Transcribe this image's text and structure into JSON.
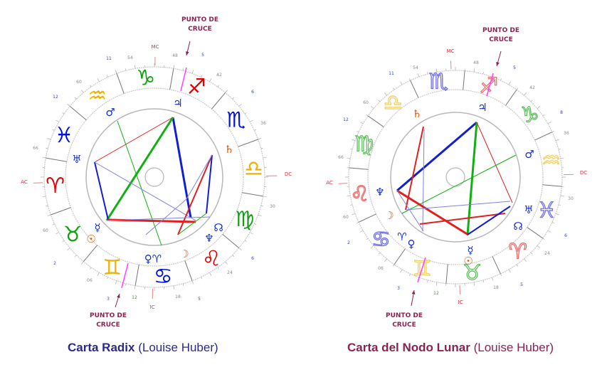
{
  "annotations": {
    "crossing_label_line1": "PUNTO DE",
    "crossing_label_line2": "CRUCE",
    "color": "#8b2252"
  },
  "charts": [
    {
      "id": "radix",
      "title_main": "Carta Radix",
      "title_sub": "(Louise Huber)",
      "title_color": "#2a2a8a",
      "style": "filled",
      "signs": [
        {
          "name": "aries",
          "glyph": "♈",
          "color": "#e00000"
        },
        {
          "name": "taurus",
          "glyph": "♉",
          "color": "#10a010"
        },
        {
          "name": "gemini",
          "glyph": "♊",
          "color": "#f0b000"
        },
        {
          "name": "cancer",
          "glyph": "♋",
          "color": "#0010e0"
        },
        {
          "name": "leo",
          "glyph": "♌",
          "color": "#e00000"
        },
        {
          "name": "virgo",
          "glyph": "♍",
          "color": "#10a010"
        },
        {
          "name": "libra",
          "glyph": "♎",
          "color": "#f0b000"
        },
        {
          "name": "scorpio",
          "glyph": "♏",
          "color": "#0010e0"
        },
        {
          "name": "sagittarius",
          "glyph": "♐",
          "color": "#e00000"
        },
        {
          "name": "capricorn",
          "glyph": "♑",
          "color": "#10a010"
        },
        {
          "name": "aquarius",
          "glyph": "♒",
          "color": "#f0b000"
        },
        {
          "name": "pisces",
          "glyph": "♓",
          "color": "#0010e0"
        }
      ],
      "labels": [
        "MC",
        "48",
        "5",
        "42",
        "6",
        "36",
        "DC",
        "30",
        "6",
        "24",
        "5",
        "18",
        "IC",
        "12",
        "3",
        "06",
        "2",
        "60",
        "AC",
        "66",
        "12",
        "60",
        "11",
        "54"
      ],
      "planets": [
        {
          "name": "mars",
          "glyph": "♂",
          "color": "#1030d0"
        },
        {
          "name": "jupiter",
          "glyph": "♃",
          "color": "#1030d0"
        },
        {
          "name": "saturn",
          "glyph": "♄",
          "color": "#f05000"
        },
        {
          "name": "uranus",
          "glyph": "♅",
          "color": "#1030d0"
        },
        {
          "name": "mercury",
          "glyph": "☿",
          "color": "#1030d0"
        },
        {
          "name": "sun",
          "glyph": "☉",
          "color": "#f05000"
        },
        {
          "name": "venus-aries-point",
          "glyph": "♀♈",
          "color": "#1030d0"
        },
        {
          "name": "moon",
          "glyph": "☽",
          "color": "#f05000"
        },
        {
          "name": "neptune",
          "glyph": "♆",
          "color": "#1030d0"
        },
        {
          "name": "node",
          "glyph": "☊",
          "color": "#1030d0"
        }
      ]
    },
    {
      "id": "lunar-node",
      "title_main": "Carta del Nodo Lunar",
      "title_sub": "(Louise Huber)",
      "title_color": "#8b2252",
      "style": "outline",
      "signs": [
        {
          "name": "aries",
          "glyph": "♈",
          "color": "#f07070"
        },
        {
          "name": "taurus",
          "glyph": "♉",
          "color": "#60c060"
        },
        {
          "name": "gemini",
          "glyph": "♊",
          "color": "#f0d060"
        },
        {
          "name": "cancer",
          "glyph": "♋",
          "color": "#7070f0"
        },
        {
          "name": "leo",
          "glyph": "♌",
          "color": "#f07070"
        },
        {
          "name": "virgo",
          "glyph": "♍",
          "color": "#60c060"
        },
        {
          "name": "libra",
          "glyph": "♎",
          "color": "#f0d060"
        },
        {
          "name": "scorpio",
          "glyph": "♏",
          "color": "#7070f0"
        },
        {
          "name": "sagittarius",
          "glyph": "♐",
          "color": "#f07070"
        },
        {
          "name": "capricorn",
          "glyph": "♑",
          "color": "#60c060"
        },
        {
          "name": "aquarius",
          "glyph": "♒",
          "color": "#f0d060"
        },
        {
          "name": "pisces",
          "glyph": "♓",
          "color": "#7070f0"
        }
      ],
      "labels": [
        "MC",
        "48",
        "5",
        "42",
        "8",
        "36",
        "DC",
        "30",
        "6",
        "24",
        "5",
        "18",
        "IC",
        "12",
        "3",
        "06",
        "2",
        "60",
        "AC",
        "66",
        "12",
        "60",
        "11",
        "54"
      ],
      "planets": [
        {
          "name": "saturn",
          "glyph": "♄",
          "color": "#f05000"
        },
        {
          "name": "jupiter",
          "glyph": "♃",
          "color": "#1030d0"
        },
        {
          "name": "mars",
          "glyph": "♂",
          "color": "#1030d0"
        },
        {
          "name": "uranus",
          "glyph": "♅",
          "color": "#1030d0"
        },
        {
          "name": "node",
          "glyph": "☊",
          "color": "#1030d0"
        },
        {
          "name": "neptune",
          "glyph": "♆",
          "color": "#1030d0"
        },
        {
          "name": "moon",
          "glyph": "☽",
          "color": "#f05000"
        },
        {
          "name": "aries-point",
          "glyph": "♈",
          "color": "#1030d0"
        },
        {
          "name": "venus",
          "glyph": "♀",
          "color": "#1030d0"
        },
        {
          "name": "mercury",
          "glyph": "☿",
          "color": "#1030d0"
        },
        {
          "name": "sun",
          "glyph": "☉",
          "color": "#f05000"
        }
      ]
    }
  ]
}
